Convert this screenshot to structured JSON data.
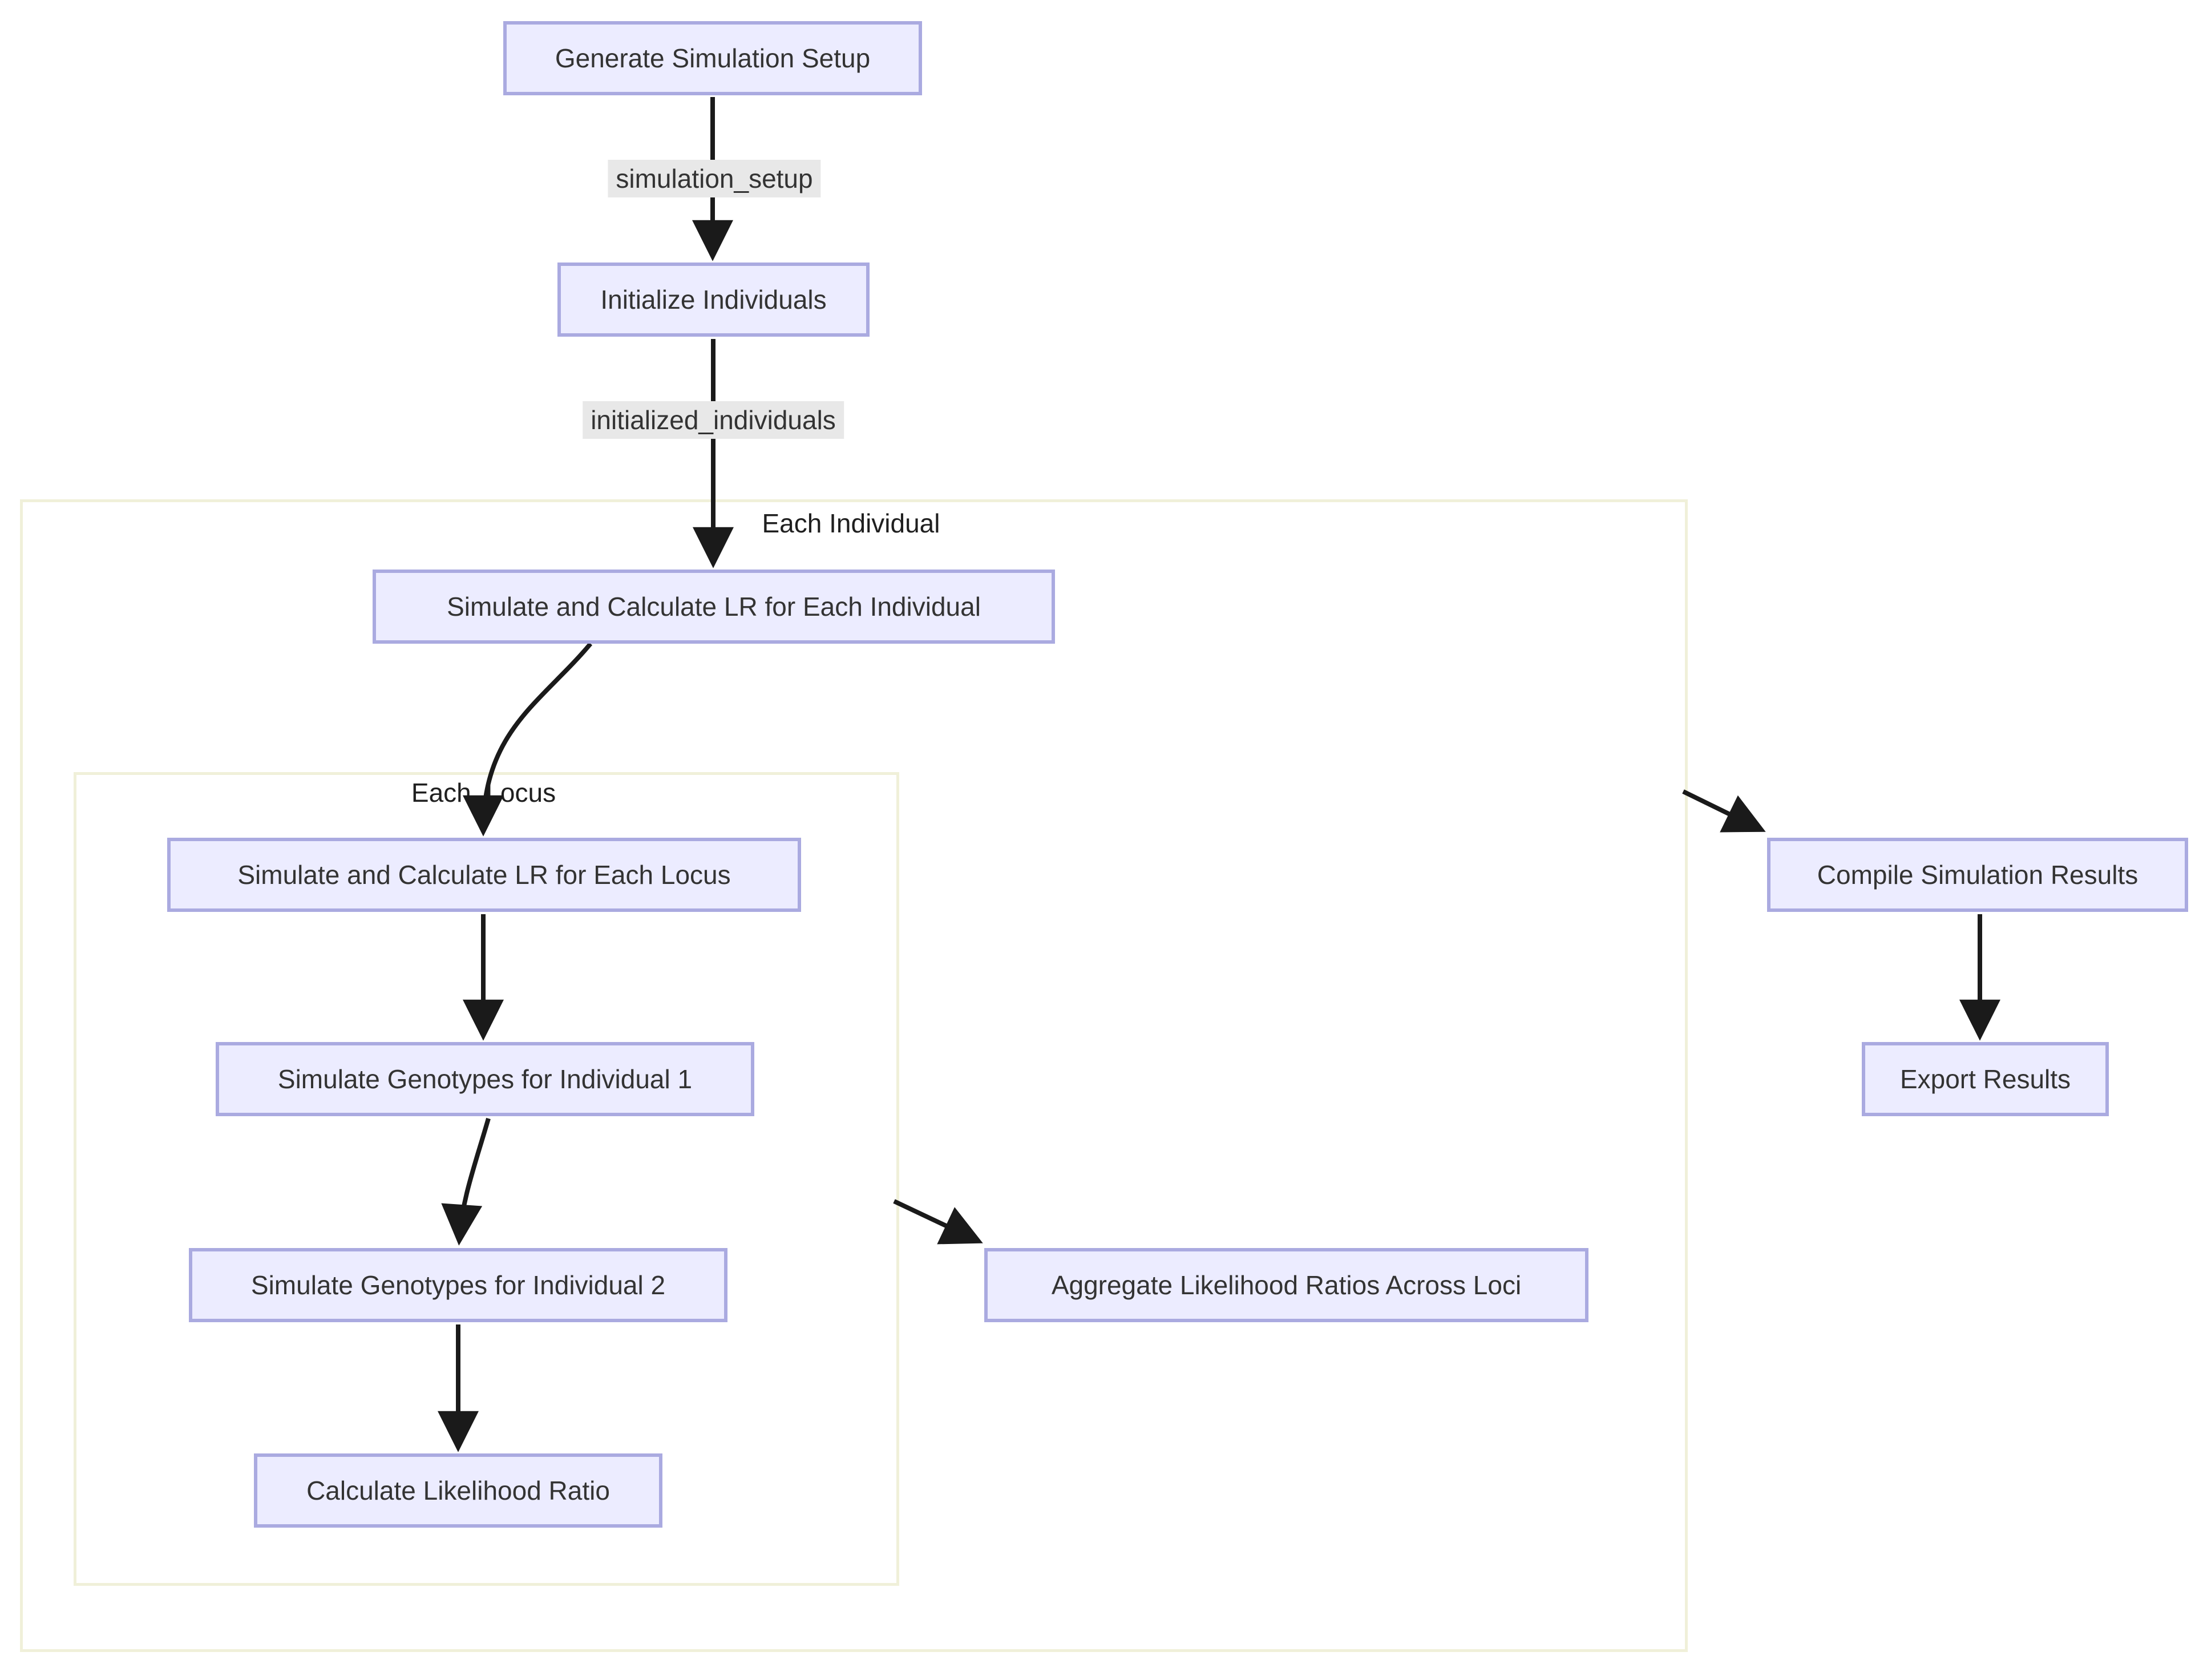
{
  "diagram": {
    "type": "flowchart",
    "direction": "top-down",
    "nodes": [
      {
        "id": "A",
        "label": "Generate Simulation Setup"
      },
      {
        "id": "B",
        "label": "Initialize Individuals"
      },
      {
        "id": "C",
        "label": "Simulate and Calculate LR for Each Individual"
      },
      {
        "id": "D",
        "label": "Simulate and Calculate LR for Each Locus"
      },
      {
        "id": "E",
        "label": "Simulate Genotypes for Individual 1"
      },
      {
        "id": "F",
        "label": "Simulate Genotypes for Individual 2"
      },
      {
        "id": "G",
        "label": "Calculate Likelihood Ratio"
      },
      {
        "id": "H",
        "label": "Aggregate Likelihood Ratios Across Loci"
      },
      {
        "id": "I",
        "label": "Compile Simulation Results"
      },
      {
        "id": "J",
        "label": "Export Results"
      }
    ],
    "subgraphs": [
      {
        "id": "each-individual",
        "title": "Each Individual",
        "contains": [
          "C",
          "each-locus",
          "H"
        ]
      },
      {
        "id": "each-locus",
        "title": "Each_Locus",
        "contains": [
          "D",
          "E",
          "F",
          "G"
        ]
      }
    ],
    "edges": [
      {
        "from": "A",
        "to": "B",
        "label": "simulation_setup"
      },
      {
        "from": "B",
        "to": "C",
        "label": "initialized_individuals"
      },
      {
        "from": "C",
        "to": "D",
        "label": ""
      },
      {
        "from": "D",
        "to": "E",
        "label": ""
      },
      {
        "from": "E",
        "to": "F",
        "label": ""
      },
      {
        "from": "F",
        "to": "G",
        "label": ""
      },
      {
        "from": "each-locus",
        "to": "H",
        "label": ""
      },
      {
        "from": "each-individual",
        "to": "I",
        "label": ""
      },
      {
        "from": "I",
        "to": "J",
        "label": ""
      }
    ],
    "edge_labels": [
      {
        "edge": "A->B",
        "label": "simulation_setup"
      },
      {
        "edge": "B->C",
        "label": "initialized_individuals"
      }
    ],
    "colors": {
      "node_fill": "#ececff",
      "node_border": "#aaaae0",
      "edge_stroke": "#1a1a1a",
      "edge_label_bg": "#e8e8e8",
      "cluster_border": "#f0f0d9",
      "text": "#333333",
      "background": "#ffffff"
    }
  }
}
